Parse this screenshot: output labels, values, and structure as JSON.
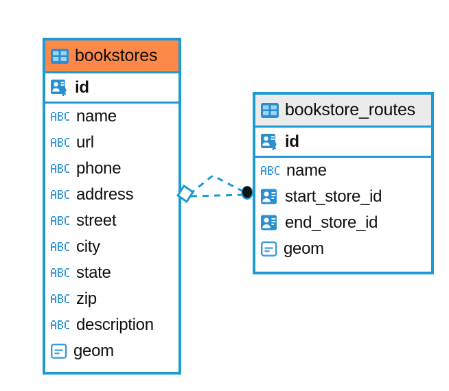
{
  "diagram": {
    "type": "entity-relationship-diagram",
    "colors": {
      "border": "#1b9ad6",
      "header_accent": "#fd8949",
      "header_secondary": "#ebebeb",
      "icon_blue": "#2a8fd0",
      "connector": "#1b9ad6",
      "connector_endpoint": "#111111",
      "text": "#101010",
      "background": "#ffffff"
    },
    "entities": [
      {
        "name": "bookstores",
        "header_icon": "table-icon",
        "header_style": "orange",
        "fields": [
          {
            "name": "id",
            "icon": "primary-key-icon",
            "key": true
          },
          {
            "name": "name",
            "icon": "abc-text-icon",
            "key": false
          },
          {
            "name": "url",
            "icon": "abc-text-icon",
            "key": false
          },
          {
            "name": "phone",
            "icon": "abc-text-icon",
            "key": false
          },
          {
            "name": "address",
            "icon": "abc-text-icon",
            "key": false
          },
          {
            "name": "street",
            "icon": "abc-text-icon",
            "key": false
          },
          {
            "name": "city",
            "icon": "abc-text-icon",
            "key": false
          },
          {
            "name": "state",
            "icon": "abc-text-icon",
            "key": false
          },
          {
            "name": "zip",
            "icon": "abc-text-icon",
            "key": false
          },
          {
            "name": "description",
            "icon": "abc-text-icon",
            "key": false
          },
          {
            "name": "geom",
            "icon": "geometry-icon",
            "key": false
          }
        ]
      },
      {
        "name": "bookstore_routes",
        "header_icon": "table-icon",
        "header_style": "grey",
        "fields": [
          {
            "name": "id",
            "icon": "primary-key-icon",
            "key": true
          },
          {
            "name": "name",
            "icon": "abc-text-icon",
            "key": false
          },
          {
            "name": "start_store_id",
            "icon": "foreign-key-icon",
            "key": false
          },
          {
            "name": "end_store_id",
            "icon": "foreign-key-icon",
            "key": false
          },
          {
            "name": "geom",
            "icon": "geometry-icon",
            "key": false
          }
        ]
      }
    ],
    "relationship": {
      "from_entity": "bookstores",
      "to_entity": "bookstore_routes",
      "line_style": "dashed",
      "source_marker": "diamond",
      "target_marker": "filled-circle"
    }
  }
}
